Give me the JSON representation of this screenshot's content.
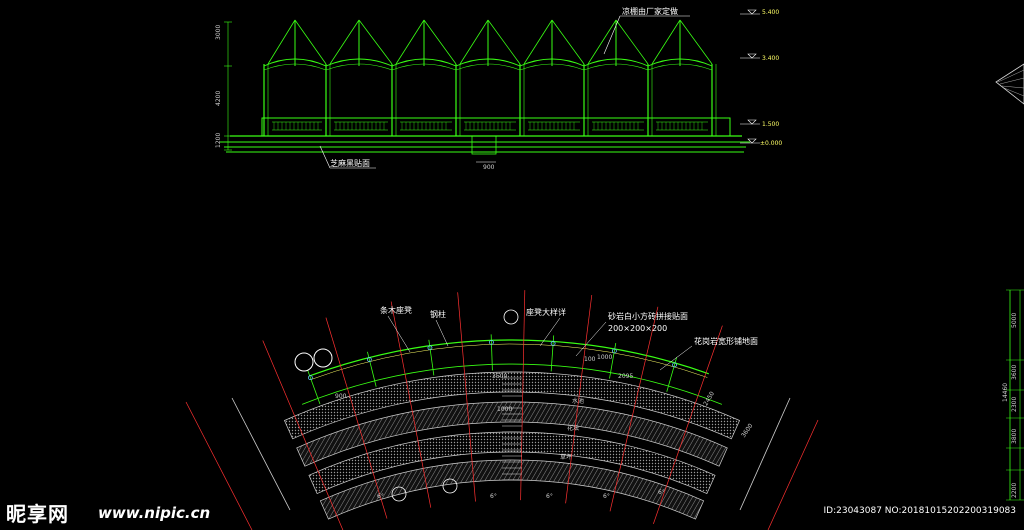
{
  "elevation": {
    "annotations": {
      "manufacturer_note": "凉棚由厂家定做",
      "ground_note": "芝麻黑贴面"
    },
    "levels": [
      "5.400",
      "3.400",
      "1.500",
      "±0.000"
    ],
    "dims": [
      "3000",
      "4200",
      "1200"
    ],
    "bottom_dim": "900"
  },
  "plan": {
    "annotations": {
      "bench": "条木座凳",
      "column": "钢柱",
      "planter": "座凳大样详",
      "tile": "砂岩白小方砖拼接贴面",
      "tile_size": "200×200×200",
      "paving": "花岗岩宽形铺地面"
    },
    "dims": [
      "900",
      "1000",
      "3500",
      "2095",
      "1000",
      "100",
      "2450",
      "3600"
    ],
    "angles": [
      "6°",
      "6°",
      "6°",
      "6°",
      "6°"
    ],
    "bands": [
      "水池",
      "花坛",
      "草坪"
    ],
    "right_dims": [
      "5000",
      "14460",
      "3600",
      "2300",
      "3800",
      "2200"
    ]
  },
  "watermark": {
    "logo": "昵享网",
    "url": "www.nipic.cn",
    "id": "ID:23043087 NO:20181015202200319083"
  },
  "colors": {
    "background": "#000000",
    "structure": "#39ff14",
    "dimension": "#ff3030",
    "text": "#ffffff",
    "hatch": "#b0b0b0",
    "accent": "#ffff66"
  }
}
